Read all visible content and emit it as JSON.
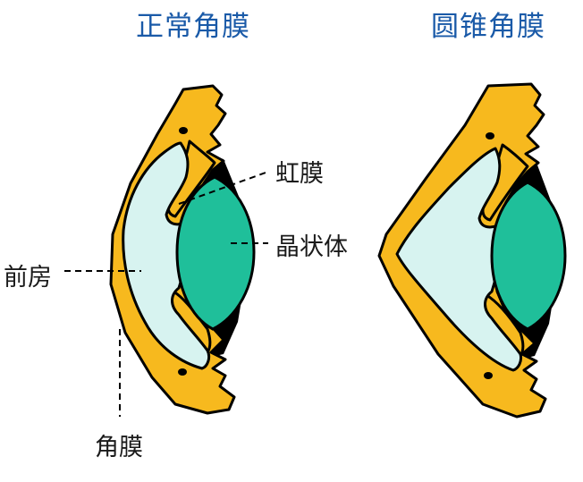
{
  "titles": {
    "normal_cornea": "正常角膜",
    "keratoconus": "圆锥角膜"
  },
  "labels": {
    "iris": "虹膜",
    "lens": "晶状体",
    "anterior_chamber": "前房",
    "cornea": "角膜"
  },
  "colors": {
    "title": "#1a5aa8",
    "cornea_tissue": "#f7b91e",
    "anterior_chamber": "#d7f3f0",
    "lens": "#1fbf9a",
    "outline": "#000000"
  }
}
